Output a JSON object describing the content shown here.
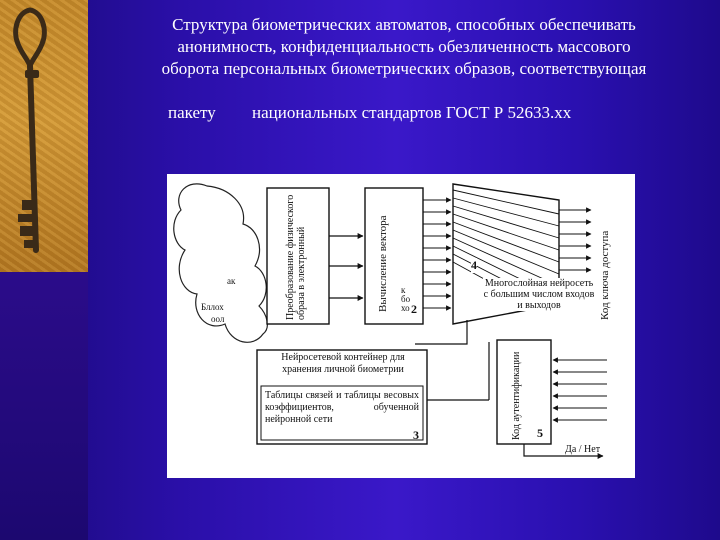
{
  "slide": {
    "title_lines": [
      "Структура биометрических автоматов, способных обеспечивать",
      "анонимность, конфиденциальность обезличенность массового",
      "оборота персональных биометрических образов, соответствующая"
    ],
    "title_word_left": "пакету",
    "title_word_right": "национальных стандартов  ГОСТ Р 52633.хх"
  },
  "diagram": {
    "block1_label": "Преобразование физического образа в электронный",
    "block2_label": "Вычисление вектора",
    "block2_sub": "к\nбо\nхо",
    "block2_num": "2",
    "neuro_num": "4",
    "neuro_label": "Многослойная нейросеть с большим числом входов и выходов",
    "access_code_label": "Код ключа доступа",
    "container_label": "Нейросетевой контейнер для хранения личной биометрии",
    "tables_label": "Таблицы связей и таблицы весовых коэффициентов, обученной нейронной сети",
    "container_num": "3",
    "auth_label": "Код аутентификации",
    "auth_num": "5",
    "yes_no": "Да / Нет",
    "cloud_text_a": "ак",
    "cloud_text_b": "Бллох",
    "cloud_text_c": "оол"
  },
  "colors": {
    "background": "#2a10b0",
    "title_text": "#ffffff",
    "sidebar": "#c58a2a"
  }
}
